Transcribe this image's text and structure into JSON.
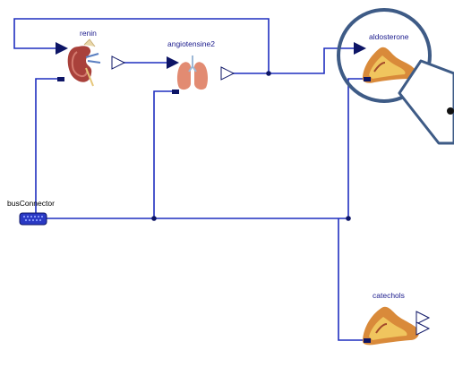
{
  "diagram": {
    "blocks": {
      "renin": {
        "label": "renin",
        "icon": "kidney-icon"
      },
      "angiotensine2": {
        "label": "angiotensine2",
        "icon": "lungs-icon"
      },
      "aldosterone": {
        "label": "aldosterone",
        "icon": "adrenal-gland-icon"
      },
      "catechols": {
        "label": "catechols",
        "icon": "adrenal-gland-icon"
      },
      "busConnector": {
        "label": "busConnector",
        "icon": "bus-connector-icon"
      }
    },
    "colors": {
      "wire": "#1f2fbf",
      "connector": "#0d1566",
      "bus": "#2a39c4",
      "highlight_ring": "#3e5b86"
    }
  }
}
